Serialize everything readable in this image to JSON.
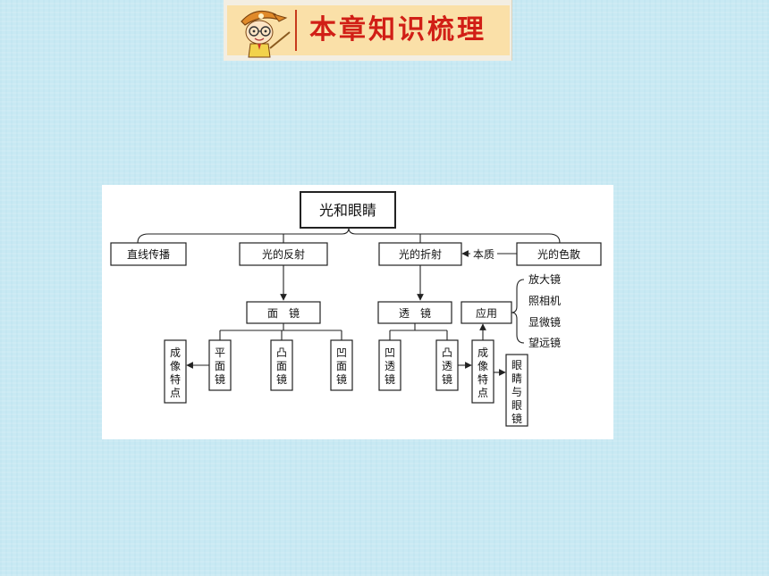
{
  "banner": {
    "title": "本章知识梳理"
  },
  "diagram": {
    "root": "光和眼睛",
    "level1": {
      "propagation": "直线传播",
      "reflection": "光的反射",
      "refraction": "光的折射",
      "dispersion": "光的色散"
    },
    "essence_label": "本质",
    "mirror": "面　镜",
    "lens": "透　镜",
    "application": "应用",
    "mirror_image_features": [
      "成",
      "像",
      "特",
      "点"
    ],
    "plane_mirror": [
      "平",
      "面",
      "镜"
    ],
    "convex_mirror": [
      "凸",
      "面",
      "镜"
    ],
    "concave_mirror": [
      "凹",
      "面",
      "镜"
    ],
    "concave_lens": [
      "凹",
      "透",
      "镜"
    ],
    "convex_lens": [
      "凸",
      "透",
      "镜"
    ],
    "lens_image_features": [
      "成",
      "像",
      "特",
      "点"
    ],
    "eye_glasses": [
      "眼",
      "睛",
      "与",
      "眼",
      "镜"
    ],
    "applications": [
      "放大镜",
      "照相机",
      "显微镜",
      "望远镜"
    ]
  }
}
